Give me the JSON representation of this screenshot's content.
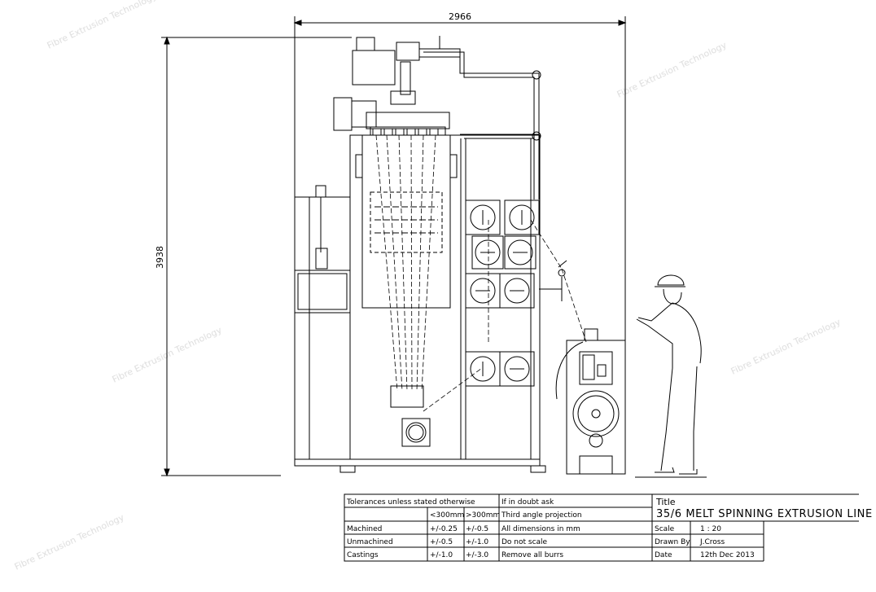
{
  "dimensions": {
    "width": "2966",
    "height": "3938"
  },
  "title_block": {
    "tolerances_header": "Tolerances unless stated otherwise",
    "col_lt300": "<300mm",
    "col_gt300": ">300mm",
    "rows": [
      {
        "label": "Machined",
        "lt": "+/-0.25",
        "gt": "+/-0.5"
      },
      {
        "label": "Unmachined",
        "lt": "+/-0.5",
        "gt": "+/-1.0"
      },
      {
        "label": "Castings",
        "lt": "+/-1.0",
        "gt": "+/-3.0"
      }
    ],
    "notes": [
      "If in doubt ask",
      "Third angle projection",
      "All dimensions in mm",
      "Do not scale",
      "Remove all burrs"
    ],
    "title_label": "Title",
    "title_value": "35/6 MELT SPINNING EXTRUSION LINE",
    "scale_label": "Scale",
    "scale_value": "1 : 20",
    "drawn_label": "Drawn By",
    "drawn_value": "J.Cross",
    "date_label": "Date",
    "date_value": "12th Dec 2013"
  },
  "colors": {
    "line": "#000000",
    "watermark": "#d9d9d9"
  }
}
